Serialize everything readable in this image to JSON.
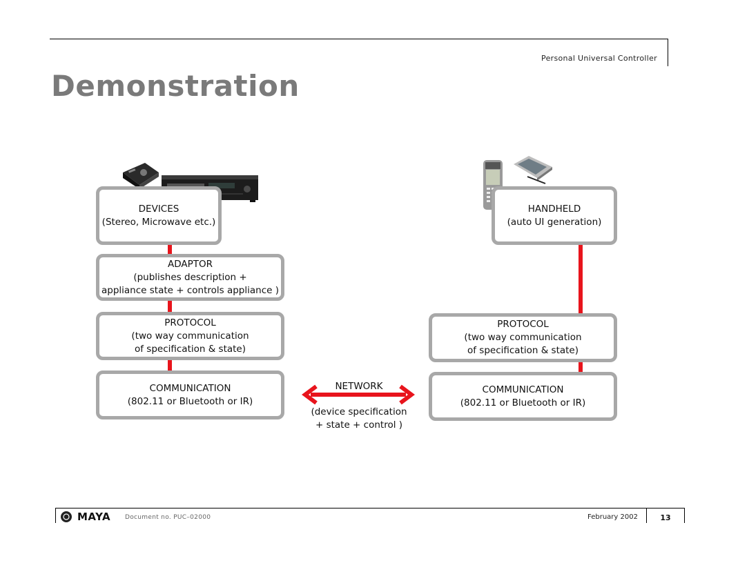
{
  "header": {
    "product": "Personal Universal Controller",
    "title": "Demonstration"
  },
  "diagram": {
    "left_stack": [
      {
        "id": "devices",
        "text": "DEVICES\n(Stereo, Microwave etc.)"
      },
      {
        "id": "adaptor",
        "text": "ADAPTOR\n(publishes description +\nappliance state + controls appliance )"
      },
      {
        "id": "protocol",
        "text": "PROTOCOL\n(two way communication\nof specification & state)"
      },
      {
        "id": "communication",
        "text": "COMMUNICATION\n(802.11 or Bluetooth or IR)"
      }
    ],
    "right_stack": [
      {
        "id": "handheld",
        "text": "HANDHELD\n(auto UI generation)"
      },
      {
        "id": "protocol",
        "text": "PROTOCOL\n(two way communication\nof specification & state)"
      },
      {
        "id": "communication",
        "text": "COMMUNICATION\n(802.11 or Bluetooth or IR)"
      }
    ],
    "network": {
      "label": "NETWORK",
      "description": "(device specification\n+ state + control )"
    },
    "colors": {
      "box_border": "#a8a8a8",
      "wire": "#e8141c"
    }
  },
  "footer": {
    "logo": "MAYA",
    "document_no": "Document no. PUC–02000",
    "date": "February 2002",
    "page": "13"
  }
}
